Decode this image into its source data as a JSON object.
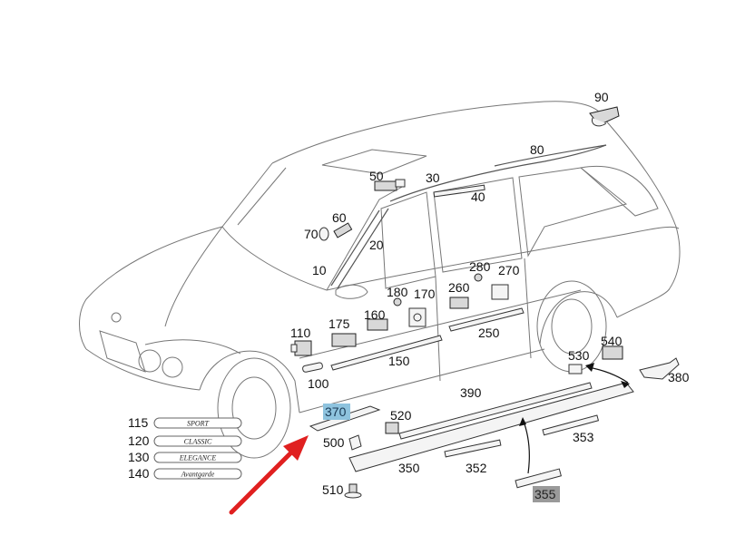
{
  "colors": {
    "highlight_blue": "#8ec3de",
    "highlight_gray": "#9a9a9a",
    "arrow_red": "#e02020"
  },
  "labels": {
    "p10": "10",
    "p20": "20",
    "p30": "30",
    "p40": "40",
    "p50": "50",
    "p60": "60",
    "p70": "70",
    "p80": "80",
    "p90": "90",
    "p100": "100",
    "p110": "110",
    "p115": "115",
    "p120": "120",
    "p130": "130",
    "p140": "140",
    "p150": "150",
    "p160": "160",
    "p170": "170",
    "p175": "175",
    "p180": "180",
    "p250": "250",
    "p260": "260",
    "p270": "270",
    "p280": "280",
    "p350": "350",
    "p352": "352",
    "p353": "353",
    "p355": "355",
    "p370": "370",
    "p380": "380",
    "p390": "390",
    "p500": "500",
    "p510": "510",
    "p520": "520",
    "p530": "530",
    "p540": "540"
  },
  "emblems": {
    "sport": "SPORT",
    "classic": "CLASSIC",
    "elegance": "ELEGANCE",
    "avantgarde": "Avantgarde"
  }
}
